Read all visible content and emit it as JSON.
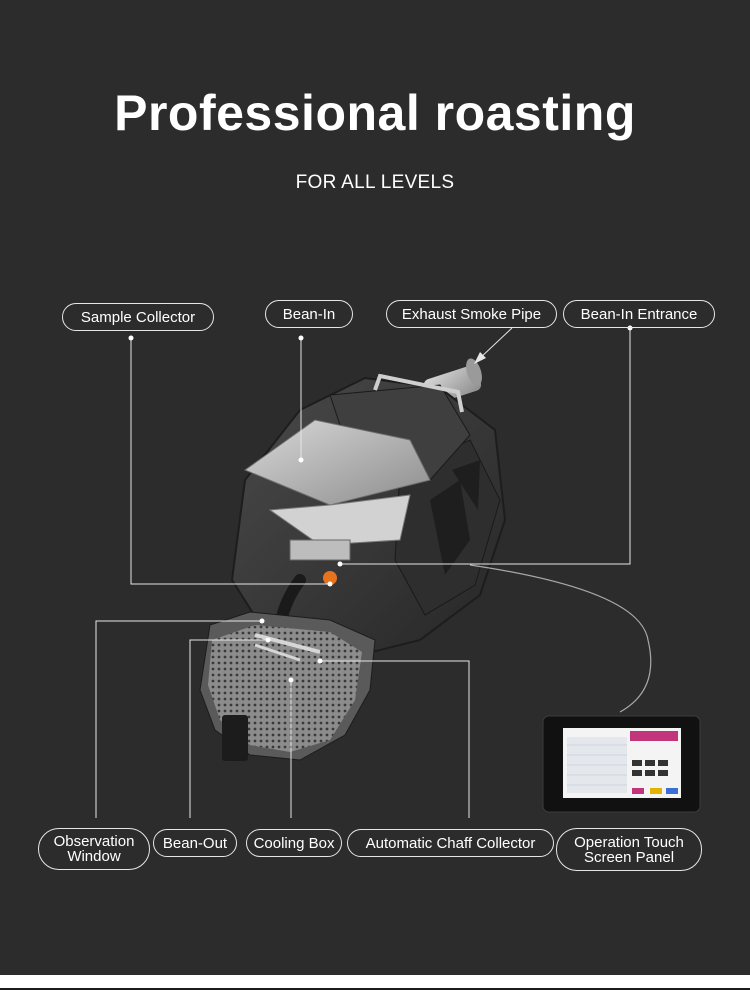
{
  "header": {
    "title": "Professional roasting",
    "subtitle": "FOR ALL LEVELS"
  },
  "callouts": {
    "sample_collector": "Sample Collector",
    "bean_in": "Bean-In",
    "exhaust_smoke_pipe": "Exhaust Smoke Pipe",
    "bean_in_entrance": "Bean-In Entrance",
    "observation_window": "Observation Window",
    "bean_out": "Bean-Out",
    "cooling_box": "Cooling Box",
    "automatic_chaff_collector": "Automatic Chaff Collector",
    "operation_touch_screen_panel": "Operation Touch Screen Panel"
  },
  "colors": {
    "background": "#2c2c2c",
    "machine_body": "#3a3a3a",
    "steel": "#b9b9b9",
    "accent_orange": "#e8731e",
    "screen_magenta": "#c2357a"
  }
}
